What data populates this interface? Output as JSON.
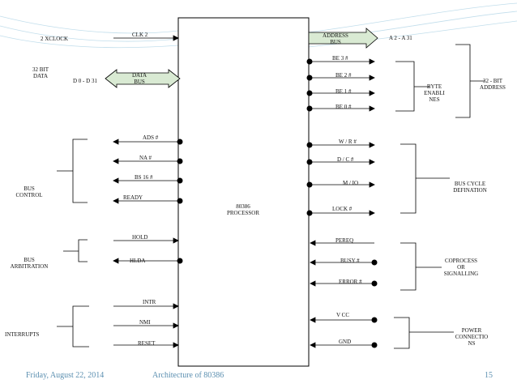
{
  "diagram": {
    "processor_label_line1": "80386",
    "processor_label_line2": "PROCESSOR",
    "left": {
      "clock_group": "2 XCLOCK",
      "data_group_line1": "32 BIT",
      "data_group_line2": "DATA",
      "data_pins_label": "D 0 - D 31",
      "bus_control_line1": "BUS",
      "bus_control_line2": "CONTROL",
      "bus_arb_line1": "BUS",
      "bus_arb_line2": "ARBITRATION",
      "interrupts": "INTERRUPTS"
    },
    "left_signals": {
      "clk": "CLK 2",
      "data_bus_line1": "DATA",
      "data_bus_line2": "BUS",
      "ads": "ADS #",
      "na": "NA #",
      "bs16": "BS 16 #",
      "ready": "READY",
      "hold": "HOLD",
      "hlda": "HLDA",
      "intr": "INTR",
      "nmi": "NMI",
      "reset": "RESET"
    },
    "right_signals": {
      "addr_bus_line1": "ADDRESS",
      "addr_bus_line2": "BUS",
      "be3": "BE 3 #",
      "be2": "BE 2 #",
      "be1": "BE 1 #",
      "be0": "BE 0 #",
      "wr": "W / R #",
      "dc": "D / C #",
      "mio": "M / IO",
      "lock": "LOCK #",
      "pereq": "PEREQ",
      "busy": "BUSY #",
      "error": "ERROR #",
      "vcc": "V CC",
      "gnd": "GND"
    },
    "right": {
      "addr_pins_label": "A 2 - A 31",
      "byte_enables_line1": "BYTE",
      "byte_enables_line2": "ENABLI",
      "byte_enables_line3": "NES",
      "address32_line1": "32 - BIT",
      "address32_line2": "ADDRESS",
      "bus_cycle_line1": "BUS CYCLE",
      "bus_cycle_line2": "DEFINATION",
      "coproc_line1": "COPROCESS",
      "coproc_line2": "OR",
      "coproc_line3": "SIGNALLING",
      "power_line1": "POWER",
      "power_line2": "CONNECTIO",
      "power_line3": "NS"
    }
  },
  "footer": {
    "date": "Friday, August 22, 2014",
    "title": "Architecture of 80386",
    "page": "15"
  },
  "colors": {
    "accent": "#5b8fb0",
    "arrow_fill": "#d9ead3",
    "ink": "#000000"
  }
}
